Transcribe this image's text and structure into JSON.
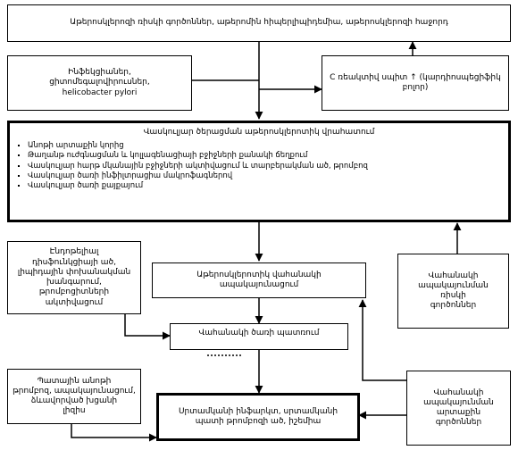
{
  "boxes": {
    "top": "Աթերոսկլերոզի ռիսկի գործոններ, աթերոմին հիպերլիպիդեմիա, աթերոսկլերոզի հաջորդ",
    "infection": "Ինֆեկցիաներ,\nցիտոմեգալովիրուսներ,\nhelicobacter pylori",
    "crp": "C ռեակտիվ սպիտ ↑ (կարդիոսպեցիֆիկ բոլոր)",
    "central_title": "Վասկուլյար ծերացման աթերոսկլերոտիկ վրահատում",
    "central_items": [
      "Անոթի արտաքին կորից",
      "Թաղանթ ուժգնացման և կոլլագենացիայի բջիջների քանակի ճեղքում",
      "Վասկուլյար հարթ մկանային բջիջների ակտիվացում և տարբերակման ած, թրոմբոզ",
      "Վասկուլյար ծառի ինֆիլտրացիա մակրոֆագներով",
      "Վասկուլյար ծառի քայքայում"
    ],
    "left_mid": "Էնդոթելիալ\nդիսֆունկցիայի ած,\nլիպիդային փոխանակման\nխանգարում,\nթրոմբոցիտների\nակտիվացում",
    "ath_vasc": "Աթերոսկլերոտիկ վահանակի\nապակայունացում",
    "vasc_risk": "Վահանակի\nապակայունման\nռիսկի\nգործոններ",
    "rupture": "Վահանակի ծառի պատռում",
    "bottom_left": "Պատային անոթի\nթրոմբոզ, ապակայունացում,\nձևավորված խցանի\nլիզիս",
    "bottom_center": "Սրտամկանի ինֆարկտ, սրտամկանի\nպատի թրոմբոզի ած, իշեմիա",
    "bottom_right": "Վահանակի\nապակայունման\nարտաքին\nգործոններ"
  }
}
